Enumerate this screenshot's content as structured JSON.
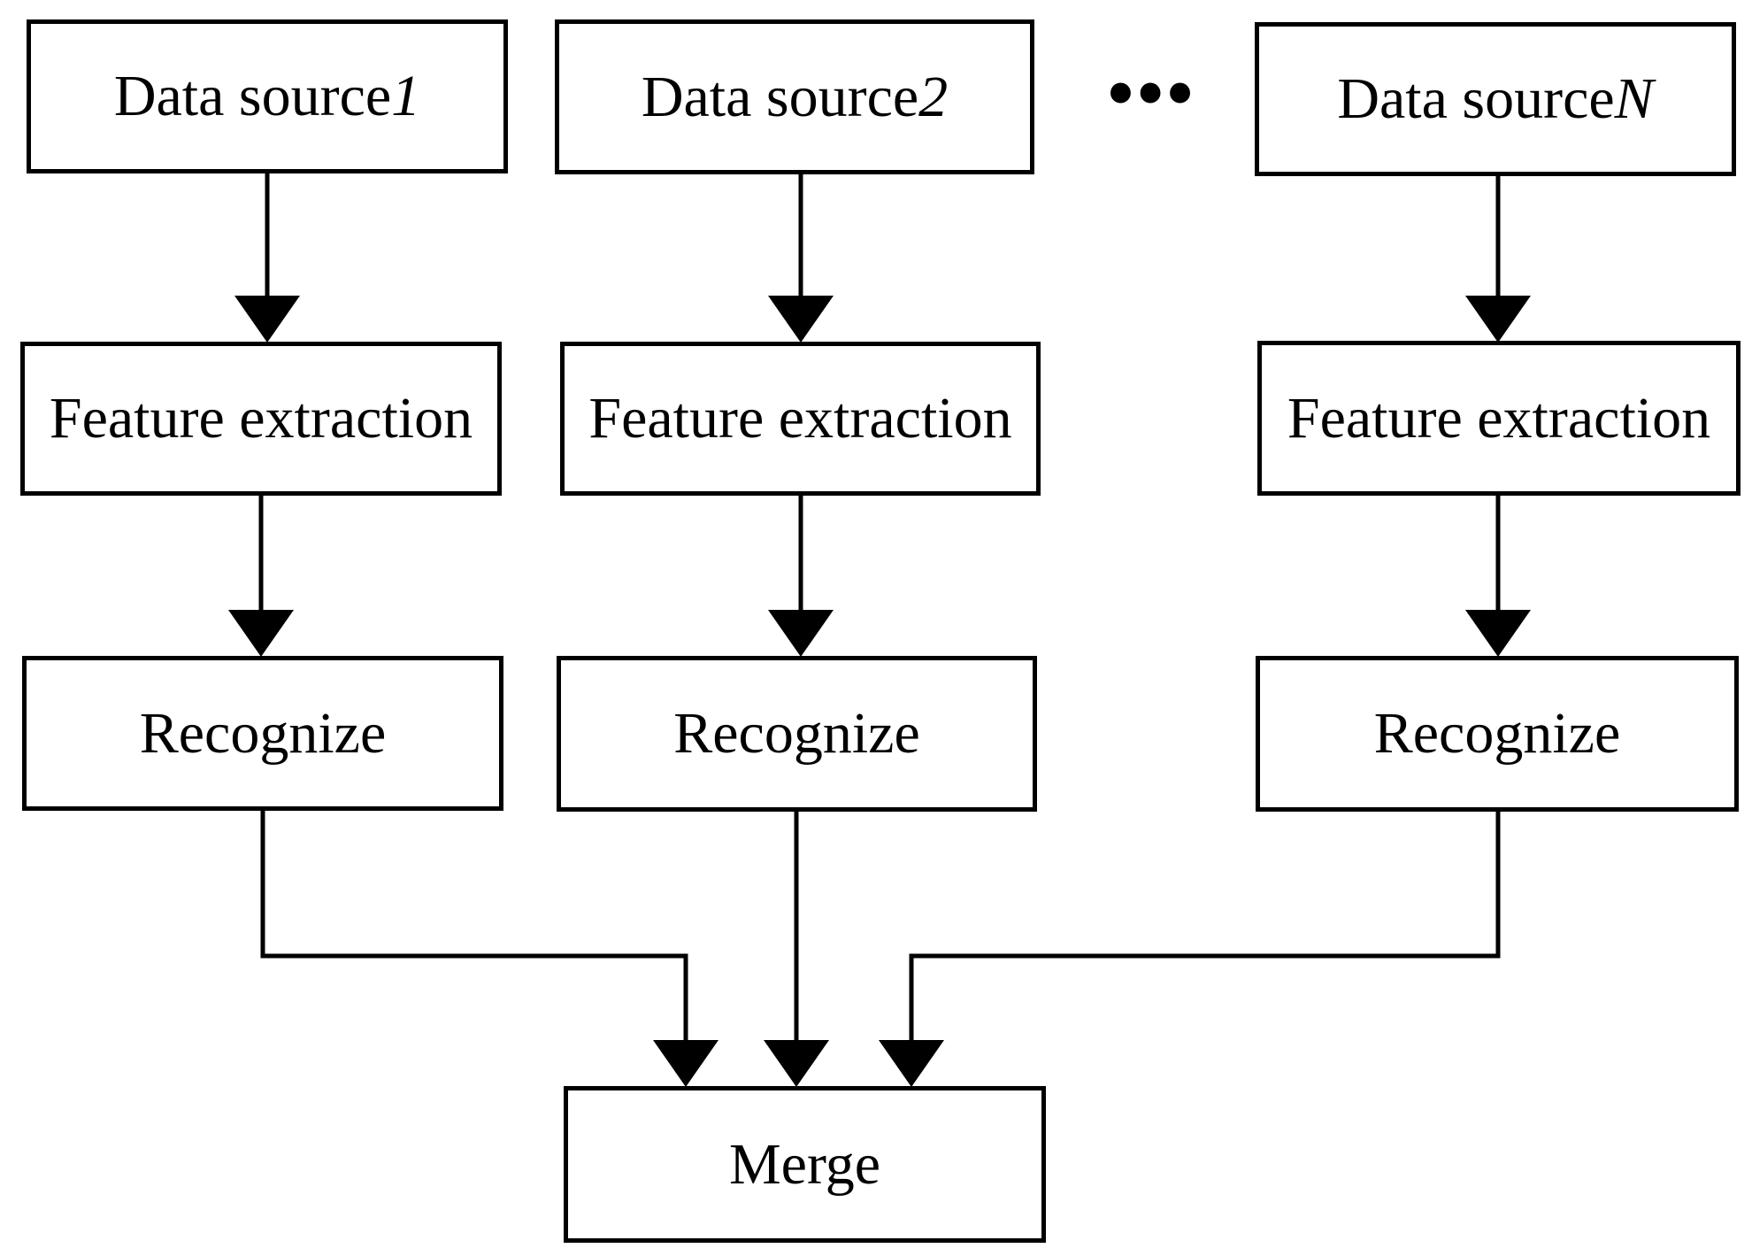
{
  "sources": [
    {
      "label": "Data source ",
      "index": "1"
    },
    {
      "label": "Data source ",
      "index": "2"
    },
    {
      "label": "Data source ",
      "index": "N"
    }
  ],
  "ellipsis": "•••",
  "feature": [
    "Feature extraction",
    "Feature extraction",
    "Feature extraction"
  ],
  "recognize": [
    "Recognize",
    "Recognize",
    "Recognize"
  ],
  "merge": "Merge"
}
